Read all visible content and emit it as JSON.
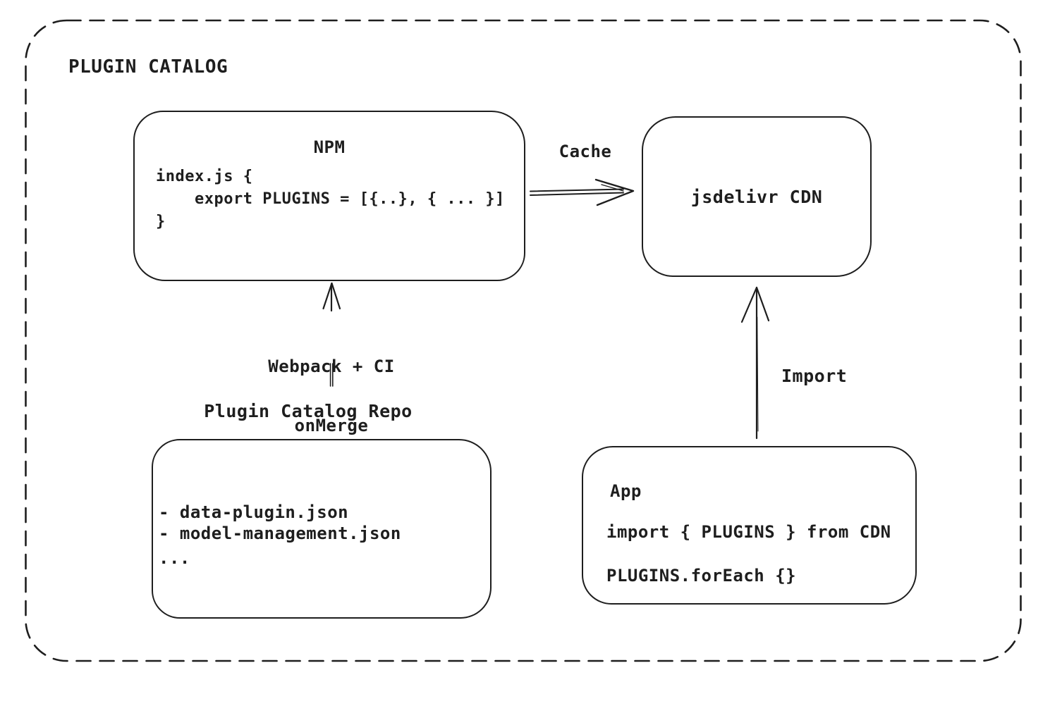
{
  "colors": {
    "ink": "#1e1e1e",
    "background": "#ffffff"
  },
  "frame": {
    "title": "PLUGIN CATALOG"
  },
  "nodes": {
    "npm": {
      "title": "NPM",
      "code": [
        "index.js {",
        "    export PLUGINS = [{..}, { ... }]",
        "}"
      ]
    },
    "cdn": {
      "label": "jsdelivr CDN"
    },
    "repo": {
      "label": "Plugin Catalog Repo",
      "files": [
        "- data-plugin.json",
        "- model-management.json",
        "..."
      ]
    },
    "app": {
      "title": "App",
      "code": [
        "import { PLUGINS } from CDN",
        "PLUGINS.forEach {}"
      ]
    }
  },
  "edges": {
    "cache": {
      "label": "Cache"
    },
    "build": {
      "label_line1": "Webpack + CI",
      "label_line2": "onMerge"
    },
    "import": {
      "label": "Import"
    }
  }
}
